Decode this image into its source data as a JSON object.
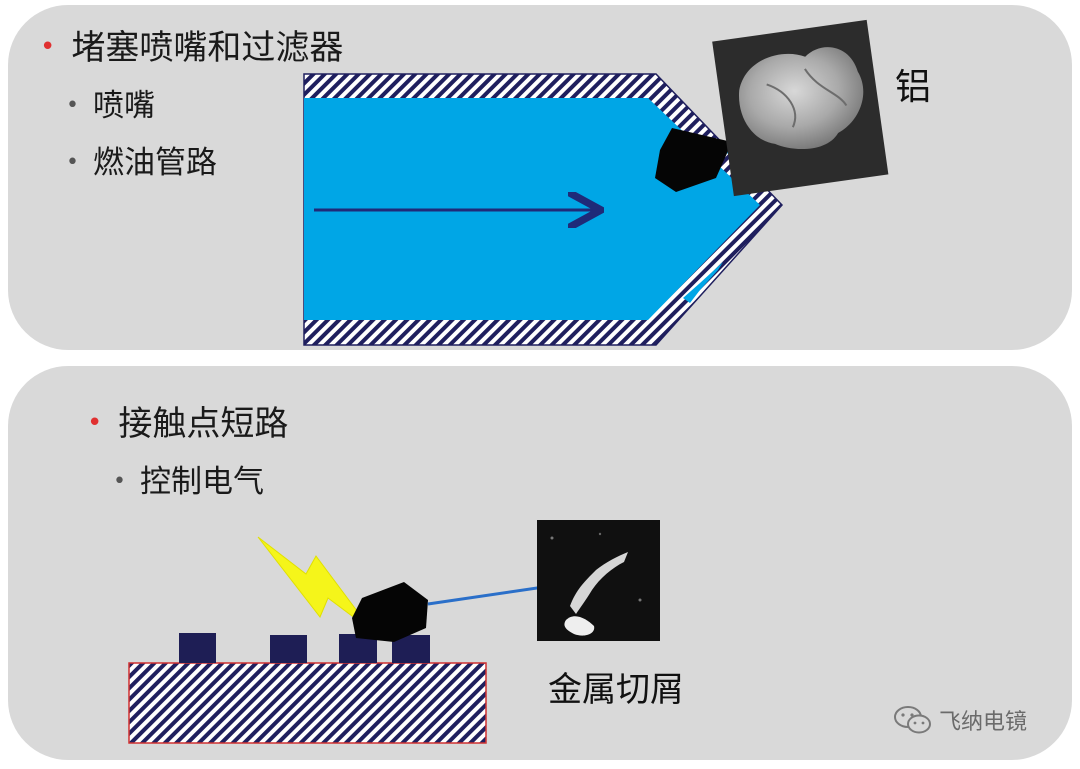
{
  "top_section": {
    "heading": "堵塞喷嘴和过滤器",
    "items": [
      "喷嘴",
      "燃油管路"
    ],
    "particle_label": "铝"
  },
  "bottom_section": {
    "heading": "接触点短路",
    "items": [
      "控制电气"
    ],
    "particle_label": "金属切屑"
  },
  "watermark": {
    "icon": "wechat-icon",
    "text": "飞纳电镜"
  },
  "colors": {
    "fluid": "#00a6e6",
    "hatch": "#1f1f5e",
    "flow_arrow": "#1f2a78",
    "lightning": "#f5f51a",
    "pad": "#1e1e55",
    "board_border": "#d03030",
    "bullet_red": "#e03030",
    "connector_line": "#2a6fc9"
  }
}
